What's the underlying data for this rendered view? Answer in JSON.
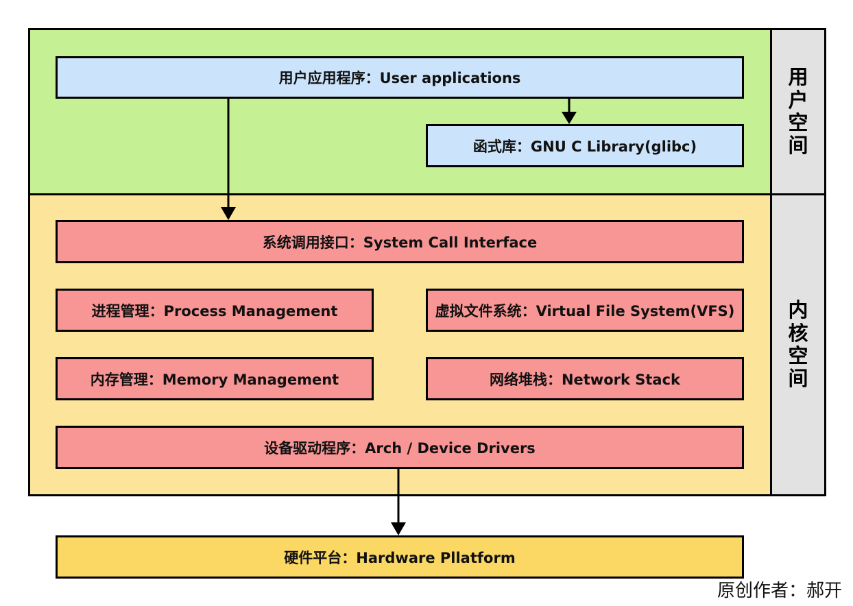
{
  "user_space": {
    "label": "用户空间",
    "apps": "用户应用程序：User applications",
    "glibc": "函式库：GNU C Library(glibc)"
  },
  "kernel_space": {
    "label": "内核空间",
    "syscall": "系统调用接口：System Call Interface",
    "process": "进程管理：Process Management",
    "vfs": "虚拟文件系统：Virtual File System(VFS)",
    "memory": "内存管理：Memory Management",
    "network": "网络堆栈：Network Stack",
    "drivers": "设备驱动程序：Arch / Device Drivers"
  },
  "hardware": "硬件平台：Hardware Pllatform",
  "footer": "原创作者：郝开",
  "colors": {
    "user_bg": "#c5f093",
    "kernel_bg": "#fde49b",
    "blue_box": "#cce4fb",
    "red_box": "#f89595",
    "hardware_box": "#fbd764",
    "side_bg": "#e2e2e2"
  }
}
